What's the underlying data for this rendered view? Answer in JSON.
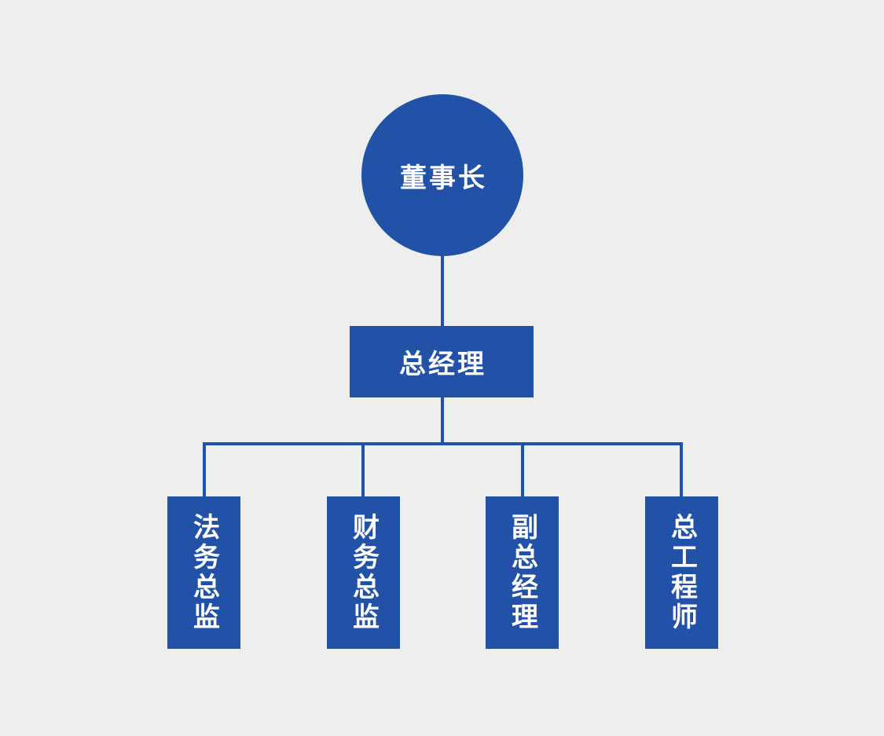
{
  "colors": {
    "background": "#eeeeee",
    "node_fill": "#2152a8",
    "connector": "#1f51ae",
    "label_text": "#ffffff"
  },
  "org_chart": {
    "root": {
      "label": "董事长"
    },
    "manager": {
      "label": "总经理"
    },
    "children": [
      {
        "label": "法务总监"
      },
      {
        "label": "财务总监"
      },
      {
        "label": "副总经理"
      },
      {
        "label": "总工程师"
      }
    ]
  }
}
